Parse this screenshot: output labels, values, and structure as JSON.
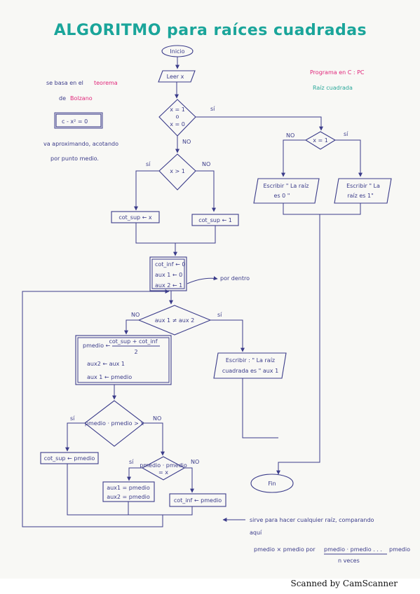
{
  "title": "ALGORITMO para raíces cuadradas",
  "notes": {
    "teorema_line1": "se basa en el",
    "teorema_word": "teorema",
    "teorema_line2_prefix": "de",
    "teorema_name": "Bolzano",
    "equation": "c - x² = 0",
    "aprox_line1": "va aproximando, acotando",
    "aprox_line2": "por punto medio.",
    "programa": "Programa en C : PC",
    "raiz": "Raíz cuadrada",
    "por_dentro": "por dentro",
    "sirve_line1": "sirve para hacer cualquier raíz, comparando",
    "sirve_line2": "aquí",
    "pmedio_line": "pmedio × pmedio   por",
    "pmedio_underline": "pmedio · pmedio . . .",
    "pmedio_tail": "pmedio",
    "n_veces": "n veces"
  },
  "flowchart": {
    "start": "Inicio",
    "read": "Leer  x",
    "cond_x01_a": "x = 1",
    "cond_x01_b": "o",
    "cond_x01_c": "x = 0",
    "si_1": "sí",
    "no_1": "NO",
    "cond_x1": "x = 1",
    "no_2": "NO",
    "si_2": "sí",
    "print_0": "Escribir \" La raíz",
    "print_0b": "es 0 \"",
    "print_1": "Escribir \" La",
    "print_1b": "raíz es 1\"",
    "cond_gt1": "x > 1",
    "si_3": "sí",
    "no_3": "NO",
    "cot_sup_x": "cot_sup ← x",
    "cot_sup_1": "cot_sup ← 1",
    "init_1": "cot_inf ← 0",
    "init_2": "aux 1 ← 0",
    "init_3": "aux 2 ← 1",
    "cond_aux": "aux 1 ≠ aux 2",
    "no_4": "NO",
    "si_4": "sí",
    "pmedio_lhs": "pmedio ←",
    "pmedio_num": "cot_sup + cot_inf",
    "pmedio_den": "2",
    "aux2_assign": "aux2 ← aux 1",
    "aux1_assign": "aux 1 ← pmedio",
    "print_result": "Escribir : \" La raíz",
    "print_result_b": "cuadrada es \" aux 1",
    "cond_pm": "pmedio · pmedio > x",
    "si_5": "sí",
    "no_5": "NO",
    "cot_sup_pm": "cot_sup ← pmedio",
    "cond_eq": "pmedio · pmedio",
    "cond_eq_b": "= x",
    "si_6": "sí",
    "no_6": "NO",
    "aux_eq_1": "aux1 = pmedio",
    "aux_eq_2": "aux2 = pmedio",
    "cot_inf_pm": "cot_inf ← pmedio",
    "end": "Fin"
  },
  "footer": "Scanned by CamScanner",
  "colors": {
    "ink": "#3b3c8a",
    "title": "#1aa59a",
    "pink": "#e0267a",
    "teal": "#2aa89a"
  }
}
